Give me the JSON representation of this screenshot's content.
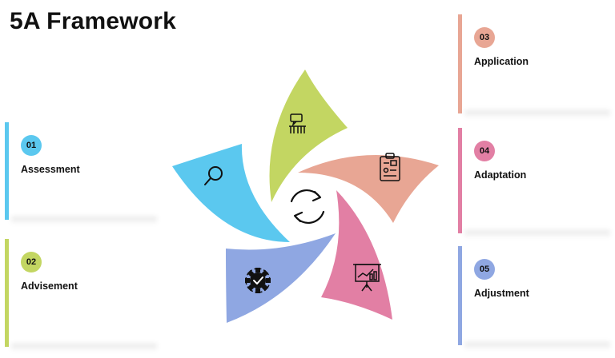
{
  "title": "5A Framework",
  "steps": [
    {
      "num": "01",
      "label": "Assessment",
      "color": "#5bc8ef",
      "icon": "magnifier-icon"
    },
    {
      "num": "02",
      "label": "Advisement",
      "color": "#c3d662",
      "icon": "gear-check-icon"
    },
    {
      "num": "03",
      "label": "Application",
      "color": "#e8a694",
      "icon": "discussion-icon"
    },
    {
      "num": "04",
      "label": "Adaptation",
      "color": "#e27fa4",
      "icon": "clipboard-icon"
    },
    {
      "num": "05",
      "label": "Adjustment",
      "color": "#8fa7e2",
      "icon": "presentation-board-icon"
    }
  ],
  "center_icon": "cycle-arrows-icon"
}
